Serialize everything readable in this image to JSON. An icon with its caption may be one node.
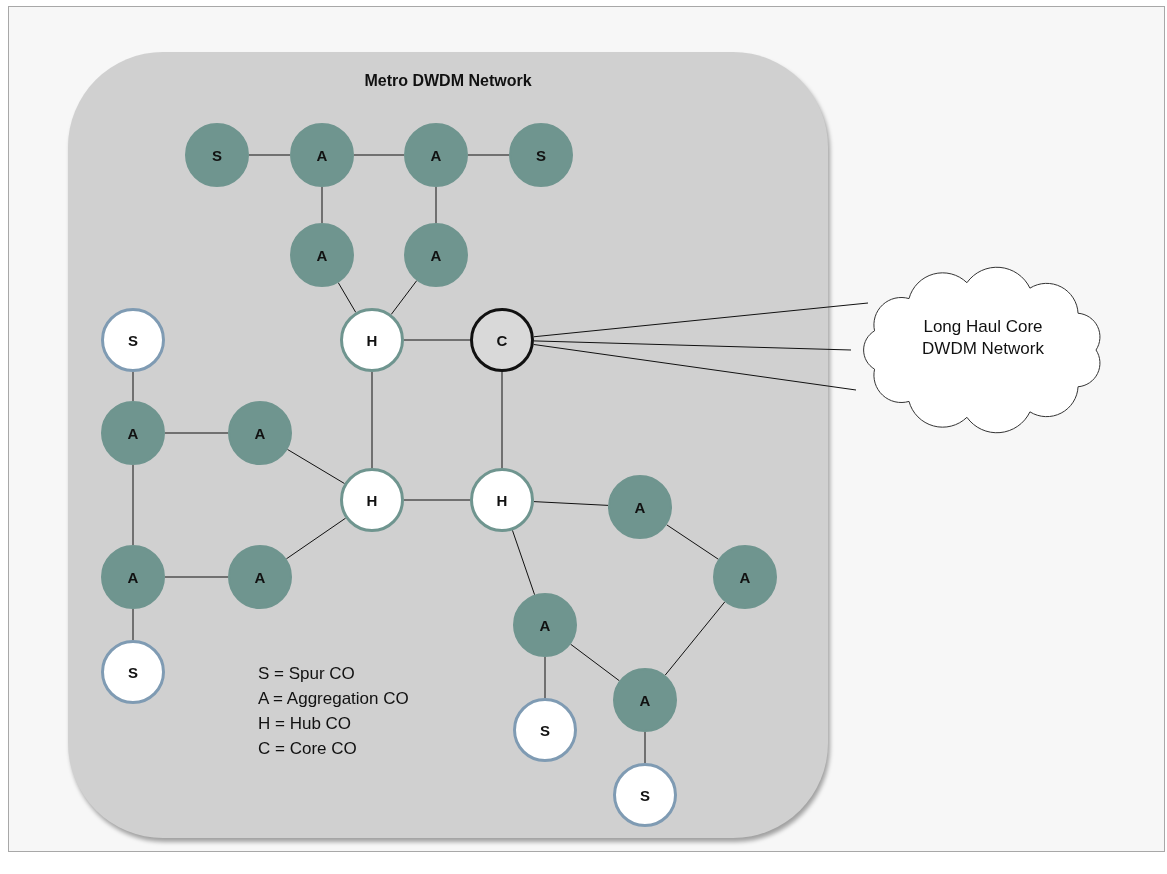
{
  "diagram": {
    "nodes": [
      {
        "text": [
          "Metro DWDM Network"
        ]
      },
      {
        "text": [
          "S"
        ],
        "in": 0
      },
      {
        "text": [
          "A"
        ],
        "in": 0
      },
      {
        "text": [
          "A"
        ],
        "in": 0
      },
      {
        "text": [
          "S"
        ],
        "in": 0
      },
      {
        "text": [
          "A"
        ],
        "in": 0
      },
      {
        "text": [
          "A"
        ],
        "in": 0
      },
      {
        "text": [
          "S"
        ],
        "in": 0
      },
      {
        "text": [
          "H"
        ],
        "in": 0
      },
      {
        "text": [
          "C"
        ],
        "in": 0
      },
      {
        "text": [
          "Long Haul Core DWDM Network"
        ]
      },
      {
        "text": [
          "A"
        ],
        "in": 0
      },
      {
        "text": [
          "A"
        ],
        "in": 0
      },
      {
        "text": [
          "H"
        ],
        "in": 0
      },
      {
        "text": [
          "H"
        ],
        "in": 0
      },
      {
        "text": [
          "A"
        ],
        "in": 0
      },
      {
        "text": [
          "A"
        ],
        "in": 0
      },
      {
        "text": [
          "A"
        ],
        "in": 0
      },
      {
        "text": [
          "A"
        ],
        "in": 0
      },
      {
        "text": [
          "A"
        ],
        "in": 0
      },
      {
        "text": [
          "A"
        ],
        "in": 0
      },
      {
        "text": [
          "S"
        ],
        "in": 0
      },
      {
        "text": [
          "S"
        ],
        "in": 0
      },
      {
        "text": [
          "S"
        ],
        "in": 0
      }
    ],
    "edges": [
      {
        "from": 1,
        "to": 2,
        "arrow": "none"
      },
      {
        "from": 2,
        "to": 3,
        "arrow": "none"
      },
      {
        "from": 3,
        "to": 4,
        "arrow": "none"
      },
      {
        "from": 2,
        "to": 5,
        "arrow": "none"
      },
      {
        "from": 3,
        "to": 6,
        "arrow": "none"
      },
      {
        "from": 5,
        "to": 8,
        "arrow": "none"
      },
      {
        "from": 6,
        "to": 8,
        "arrow": "none"
      },
      {
        "from": 8,
        "to": 9,
        "arrow": "none"
      },
      {
        "from": 9,
        "to": 10,
        "arrow": "none"
      },
      {
        "from": 9,
        "to": 10,
        "arrow": "none"
      },
      {
        "from": 9,
        "to": 10,
        "arrow": "none"
      },
      {
        "from": 8,
        "to": 13,
        "arrow": "none"
      },
      {
        "from": 9,
        "to": 14,
        "arrow": "none"
      },
      {
        "from": 7,
        "to": 11,
        "arrow": "none"
      },
      {
        "from": 11,
        "to": 12,
        "arrow": "none"
      },
      {
        "from": 12,
        "to": 13,
        "arrow": "none"
      },
      {
        "from": 11,
        "to": 17,
        "arrow": "none"
      },
      {
        "from": 17,
        "to": 18,
        "arrow": "none"
      },
      {
        "from": 18,
        "to": 13,
        "arrow": "none"
      },
      {
        "from": 13,
        "to": 14,
        "arrow": "none"
      },
      {
        "from": 14,
        "to": 15,
        "arrow": "none"
      },
      {
        "from": 15,
        "to": 16,
        "arrow": "none"
      },
      {
        "from": 16,
        "to": 20,
        "arrow": "none"
      },
      {
        "from": 14,
        "to": 19,
        "arrow": "none"
      },
      {
        "from": 19,
        "to": 20,
        "arrow": "none"
      },
      {
        "from": 19,
        "to": 22,
        "arrow": "none"
      },
      {
        "from": 20,
        "to": 23,
        "arrow": "none"
      },
      {
        "from": 17,
        "to": 21,
        "arrow": "none"
      }
    ],
    "labels": [
      "S = Spur CO",
      "A = Aggregation CO",
      "H = Hub CO",
      "C = Core CO"
    ]
  }
}
